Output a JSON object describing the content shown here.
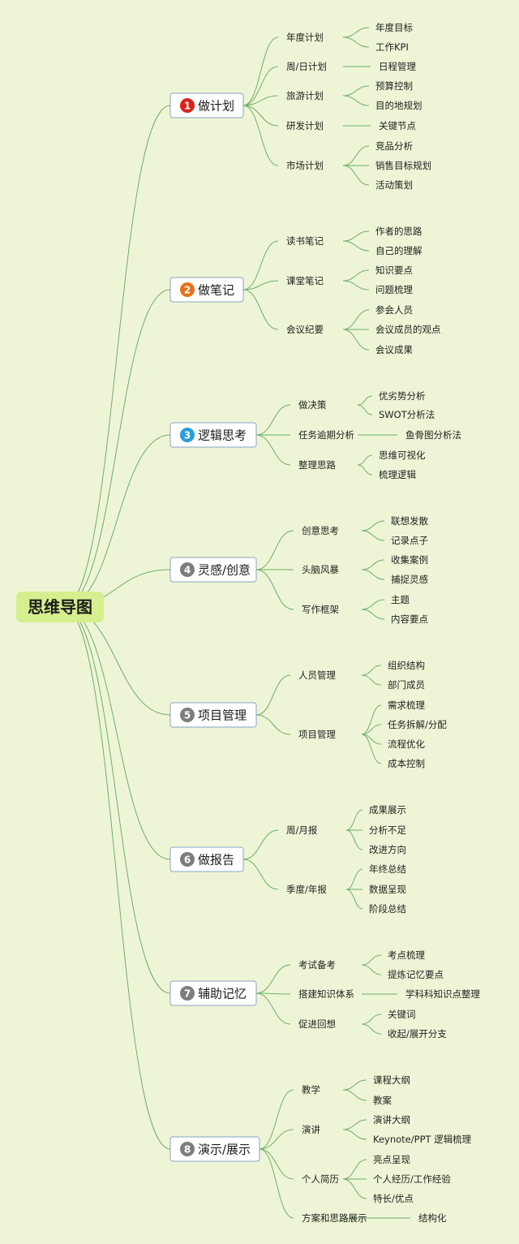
{
  "root": {
    "label": "思维导图"
  },
  "colors": {
    "background": "#eef5d6",
    "link": "#6fae6a",
    "root_fill": "#d6ef8e",
    "branch_border": "#8aa4c0"
  },
  "branches": [
    {
      "num": "1",
      "badge_color": "#d8231b",
      "label": "做计划",
      "subs": [
        {
          "label": "年度计划",
          "leaves": [
            "年度目标",
            "工作KPI"
          ]
        },
        {
          "label": "周/日计划",
          "leaves": [
            "日程管理"
          ]
        },
        {
          "label": "旅游计划",
          "leaves": [
            "预算控制",
            "目的地规划"
          ]
        },
        {
          "label": "研发计划",
          "leaves": [
            "关键节点"
          ]
        },
        {
          "label": "市场计划",
          "leaves": [
            "竞品分析",
            "销售目标规划",
            "活动策划"
          ]
        }
      ]
    },
    {
      "num": "2",
      "badge_color": "#e8711d",
      "label": "做笔记",
      "subs": [
        {
          "label": "读书笔记",
          "leaves": [
            "作者的思路",
            "自己的理解"
          ]
        },
        {
          "label": "课堂笔记",
          "leaves": [
            "知识要点",
            "问题梳理"
          ]
        },
        {
          "label": "会议纪要",
          "leaves": [
            "参会人员",
            "会议成员的观点",
            "会议成果"
          ]
        }
      ]
    },
    {
      "num": "3",
      "badge_color": "#2a9ddb",
      "label": "逻辑思考",
      "subs": [
        {
          "label": "做决策",
          "leaves": [
            "优劣势分析",
            "SWOT分析法"
          ]
        },
        {
          "label": "任务逾期分析",
          "leaves": [
            "鱼骨图分析法"
          ]
        },
        {
          "label": "整理思路",
          "leaves": [
            "思维可视化",
            "梳理逻辑"
          ]
        }
      ]
    },
    {
      "num": "4",
      "badge_color": "#7d7d7d",
      "label": "灵感/创意",
      "subs": [
        {
          "label": "创意思考",
          "leaves": [
            "联想发散",
            "记录点子"
          ]
        },
        {
          "label": "头脑风暴",
          "leaves": [
            "收集案例",
            "捕捉灵感"
          ]
        },
        {
          "label": "写作框架",
          "leaves": [
            "主题",
            "内容要点"
          ]
        }
      ]
    },
    {
      "num": "5",
      "badge_color": "#7d7d7d",
      "label": "项目管理",
      "subs": [
        {
          "label": "人员管理",
          "leaves": [
            "组织结构",
            "部门成员"
          ]
        },
        {
          "label": "项目管理",
          "leaves": [
            "需求梳理",
            "任务拆解/分配",
            "流程优化",
            "成本控制"
          ]
        }
      ]
    },
    {
      "num": "6",
      "badge_color": "#7d7d7d",
      "label": "做报告",
      "subs": [
        {
          "label": "周/月报",
          "leaves": [
            "成果展示",
            "分析不足",
            "改进方向"
          ]
        },
        {
          "label": "季度/年报",
          "leaves": [
            "年终总结",
            "数据呈现",
            "阶段总结"
          ]
        }
      ]
    },
    {
      "num": "7",
      "badge_color": "#7d7d7d",
      "label": "辅助记忆",
      "subs": [
        {
          "label": "考试备考",
          "leaves": [
            "考点梳理",
            "提炼记忆要点"
          ]
        },
        {
          "label": "搭建知识体系",
          "leaves": [
            "学科科知识点整理"
          ]
        },
        {
          "label": "促进回想",
          "leaves": [
            "关键词",
            "收起/展开分支"
          ]
        }
      ]
    },
    {
      "num": "8",
      "badge_color": "#7d7d7d",
      "label": "演示/展示",
      "subs": [
        {
          "label": "教学",
          "leaves": [
            "课程大纲",
            "教案"
          ]
        },
        {
          "label": "演讲",
          "leaves": [
            "演讲大纲",
            "Keynote/PPT 逻辑梳理"
          ]
        },
        {
          "label": "个人简历",
          "leaves": [
            "亮点呈现",
            "个人经历/工作经验",
            "特长/优点"
          ]
        },
        {
          "label": "方案和思路展示",
          "leaves": [
            "结构化"
          ]
        }
      ]
    }
  ]
}
